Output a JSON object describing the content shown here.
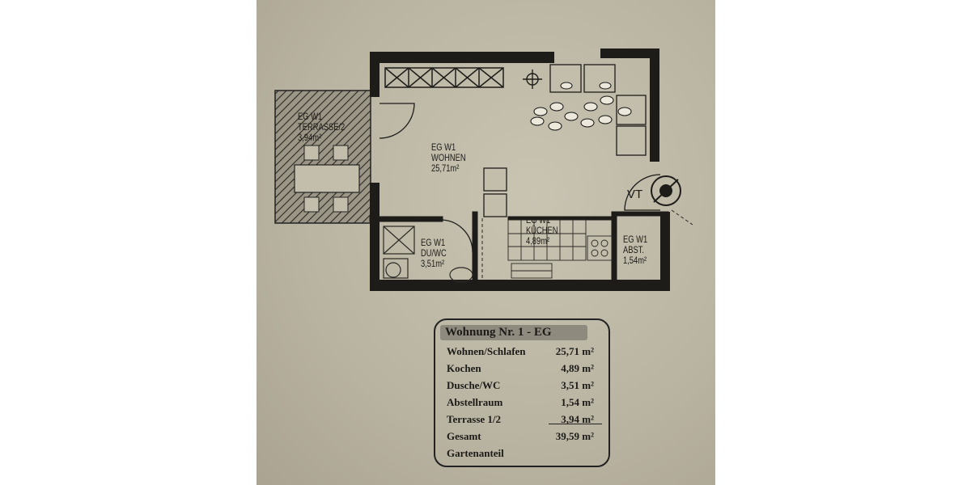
{
  "rooms": {
    "terrace": {
      "line1": "EG W1",
      "line2": "TERRASSE/2",
      "line3": "3,94m²"
    },
    "living": {
      "line1": "EG W1",
      "line2": "WOHNEN",
      "line3": "25,71m²"
    },
    "kitchen": {
      "line1": "EG W1",
      "line2": "KÜCHEN",
      "line3": "4,89m²"
    },
    "bath": {
      "line1": "EG W1",
      "line2": "DU/WC",
      "line3": "3,51m²"
    },
    "storage": {
      "line1": "EG W1",
      "line2": "ABST.",
      "line3": "1,54m²"
    },
    "vt_label": "VT"
  },
  "area_table": {
    "title": "Wohnung Nr. 1 - EG",
    "rows": [
      {
        "name": "Wohnen/Schlafen",
        "value": "25,71 m²"
      },
      {
        "name": "Kochen",
        "value": "4,89 m²"
      },
      {
        "name": "Dusche/WC",
        "value": "3,51 m²"
      },
      {
        "name": "Abstellraum",
        "value": "1,54 m²"
      },
      {
        "name": "Terrasse 1/2",
        "value": "3,94 m²"
      },
      {
        "name": "Gesamt",
        "value": "39,59 m²"
      },
      {
        "name": "Gartenanteil",
        "value": ""
      }
    ]
  }
}
